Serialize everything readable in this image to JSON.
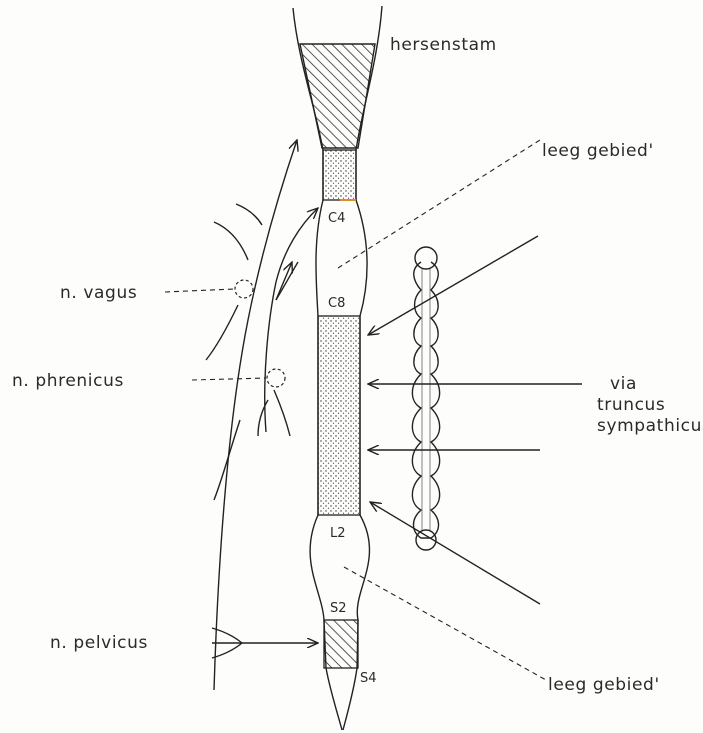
{
  "labels": {
    "hersenstam": "hersenstam",
    "leeg_gebied_top": "leeg gebied'",
    "leeg_gebied_bottom": "leeg gebied'",
    "n_vagus": "n. vagus",
    "n_phrenicus": "n. phrenicus",
    "n_pelvicus": "n. pelvicus",
    "via": "via",
    "truncus": "truncus",
    "sympathicus": "sympathicus",
    "c4": "C4",
    "c8": "C8",
    "l2": "L2",
    "s2": "S2",
    "s4": "S4"
  },
  "colors": {
    "ink": "#222222",
    "paper": "#fdfdfc",
    "accent_orange": "#e08a2c"
  }
}
